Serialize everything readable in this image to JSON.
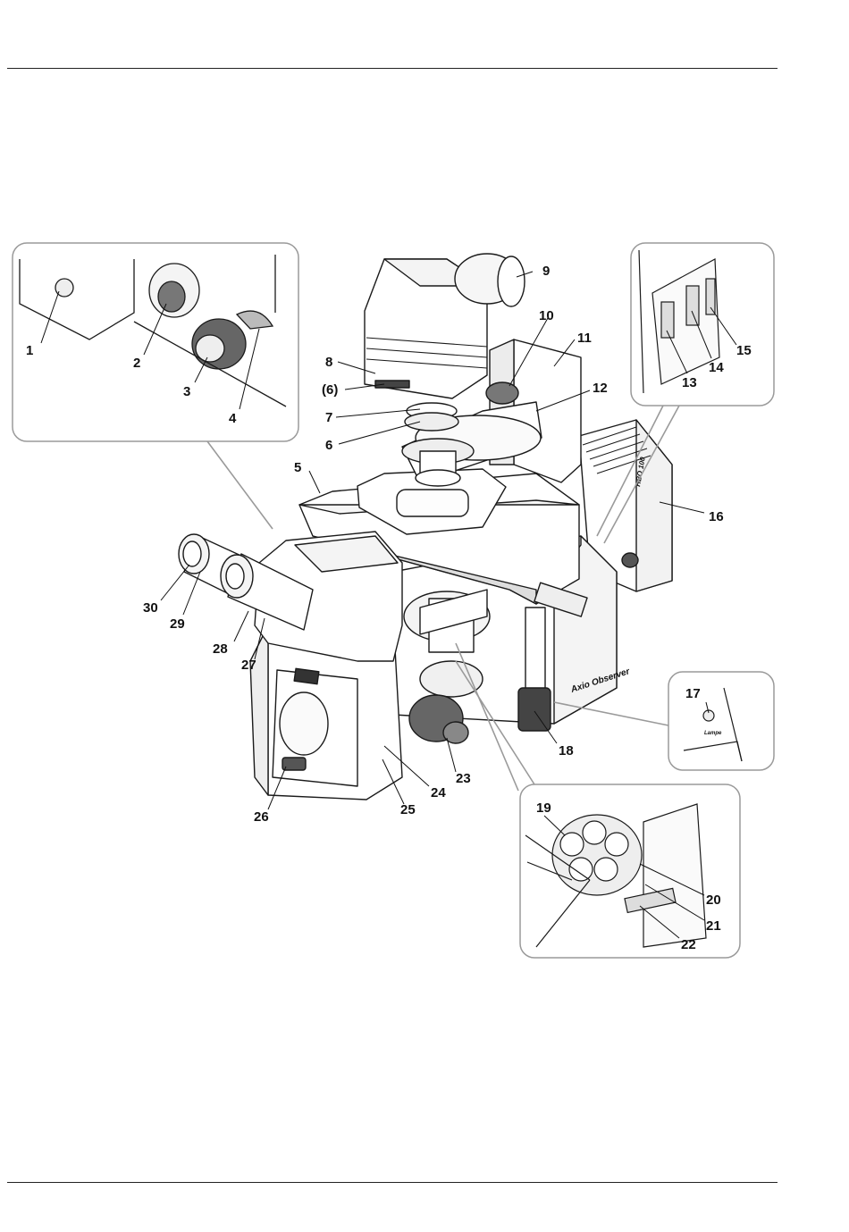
{
  "callouts": {
    "c1": "1",
    "c2": "2",
    "c3": "3",
    "c4": "4",
    "c5": "5",
    "c6": "6",
    "c6p": "(6)",
    "c7": "7",
    "c8": "8",
    "c9": "9",
    "c10": "10",
    "c11": "11",
    "c12": "12",
    "c13": "13",
    "c14": "14",
    "c15": "15",
    "c16": "16",
    "c17": "17",
    "c18": "18",
    "c19": "19",
    "c20": "20",
    "c21": "21",
    "c22": "22",
    "c23": "23",
    "c24": "24",
    "c25": "25",
    "c26": "26",
    "c27": "27",
    "c28": "28",
    "c29": "29",
    "c30": "30"
  },
  "device_labels": {
    "brand": "Axio Observer",
    "lamp": "HBO 100",
    "inset_text": "Lampe"
  },
  "colors": {
    "line": "#1a1a1a",
    "callout_frame": "#9a9a9a",
    "fill": "#ffffff",
    "shade": "#d8d8d8",
    "dark": "#333333"
  }
}
